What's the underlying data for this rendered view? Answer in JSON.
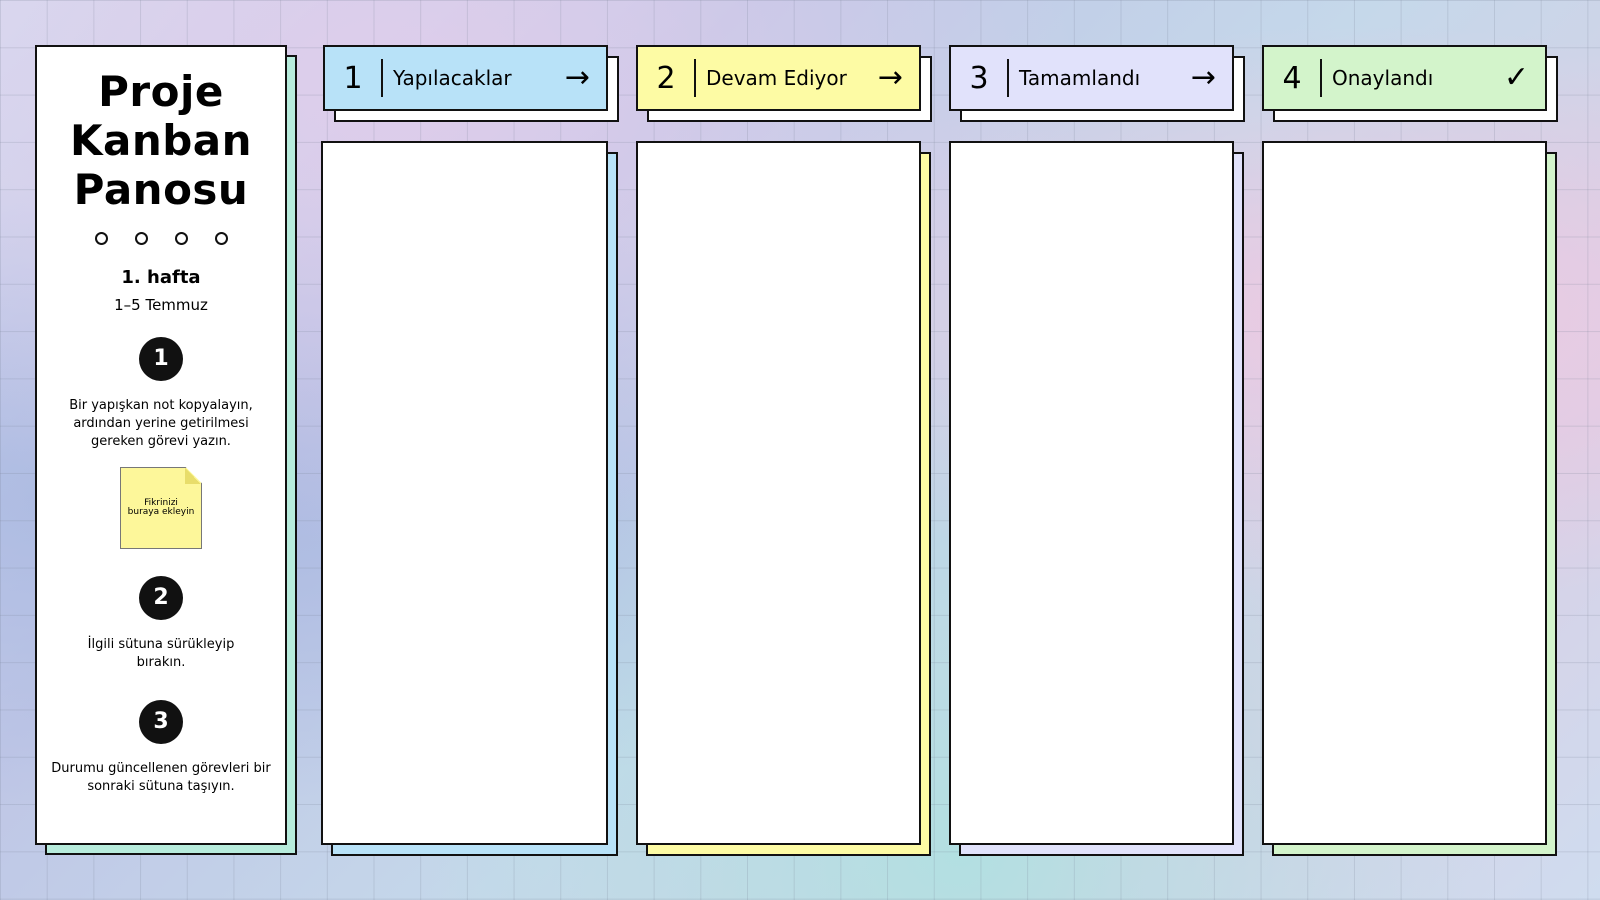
{
  "board": {
    "title_lines": [
      "Proje",
      "Kanban",
      "Panosu"
    ],
    "week": "1. hafta",
    "dates": "1–5 Temmuz",
    "steps": [
      {
        "number": "1",
        "text": "Bir yapışkan not kopyalayın, ardından yerine getirilmesi gereken görevi yazın."
      },
      {
        "number": "2",
        "text": "İlgili sütuna sürükleyip bırakın."
      },
      {
        "number": "3",
        "text": "Durumu güncellenen görevleri bir sonraki sütuna taşıyın."
      }
    ],
    "sticky_note": {
      "line1": "Fikrinizi",
      "line2": "buraya ekleyin"
    }
  },
  "columns": [
    {
      "number": "1",
      "label": "Yapılacaklar",
      "icon": "arrow-right-icon",
      "color": "#b8e2f8"
    },
    {
      "number": "2",
      "label": "Devam Ediyor",
      "icon": "arrow-right-icon",
      "color": "#fdfba4"
    },
    {
      "number": "3",
      "label": "Tamamlandı",
      "icon": "arrow-right-icon",
      "color": "#e1e2fb"
    },
    {
      "number": "4",
      "label": "Onaylandı",
      "icon": "checkmark-icon",
      "color": "#d3f4cb"
    }
  ],
  "colors": {
    "info_panel_shadow": "#b7ecdc",
    "sticky_note": "#fdf79a"
  }
}
